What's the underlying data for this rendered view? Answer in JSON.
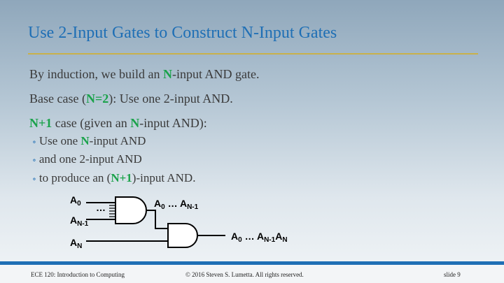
{
  "slide": {
    "title": "Use 2-Input Gates to Construct N-Input Gates"
  },
  "body": {
    "line1": {
      "a": "By induction, we build an ",
      "b": "N",
      "c": "-input AND gate."
    },
    "line2": {
      "a": "Base case (",
      "b": "N=2",
      "c": "): Use one 2-input AND."
    },
    "line3": {
      "a": "N+1",
      "b": " case (given an ",
      "c": "N",
      "d": "-input AND):"
    },
    "bullets": [
      {
        "a": "Use one ",
        "b": "N",
        "c": "-input AND"
      },
      {
        "a": "and one 2-input AND"
      },
      {
        "a": "to produce an (",
        "b": "N+1",
        "c": ")-input AND."
      }
    ],
    "bullet_glyph": "∘"
  },
  "circuit": {
    "a0": {
      "base": "A",
      "sub": "0"
    },
    "dots": "…",
    "an1": {
      "base": "A",
      "sub": "N-1"
    },
    "an": {
      "base": "A",
      "sub": "N"
    },
    "mid": {
      "a": "A",
      "a_sub": "0",
      "dots": " … ",
      "b": "A",
      "b_sub": "N-1"
    },
    "out": {
      "a": "A",
      "a_sub": "0",
      "dots": " … ",
      "b": "A",
      "b_sub": "N-1",
      "c": "A",
      "c_sub": "N"
    }
  },
  "footer": {
    "left": "ECE 120: Introduction to Computing",
    "center": "© 2016 Steven S. Lumetta.  All rights reserved.",
    "right": "slide 9"
  },
  "colors": {
    "title": "#1f6fb5",
    "highlight": "#1aa24a",
    "rule": "#c8b14a",
    "footer_bar": "#1f6fb5"
  }
}
